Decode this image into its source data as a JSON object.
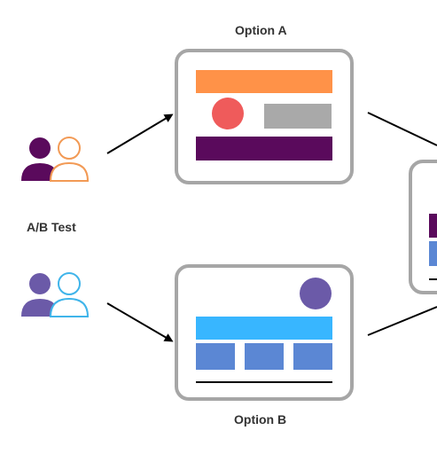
{
  "title": "A/B Test",
  "option_a": {
    "label": "Option A"
  },
  "option_b": {
    "label": "Option B"
  },
  "colors": {
    "frame": "#a6a6a6",
    "orange": "#ff9248",
    "coral": "#ef5b5b",
    "gray_block": "#a9a9a9",
    "dark_purple": "#5a0a5c",
    "mid_purple": "#6b5aa8",
    "sky_blue": "#38b6ff",
    "steel_blue": "#5b87d4",
    "orange_outline": "#f29a55",
    "blue_outline": "#3fb4ea",
    "arrow": "#000000"
  },
  "icons": {
    "users_a": "users-pair-purple-orange-icon",
    "users_b": "users-pair-purple-blue-icon"
  }
}
